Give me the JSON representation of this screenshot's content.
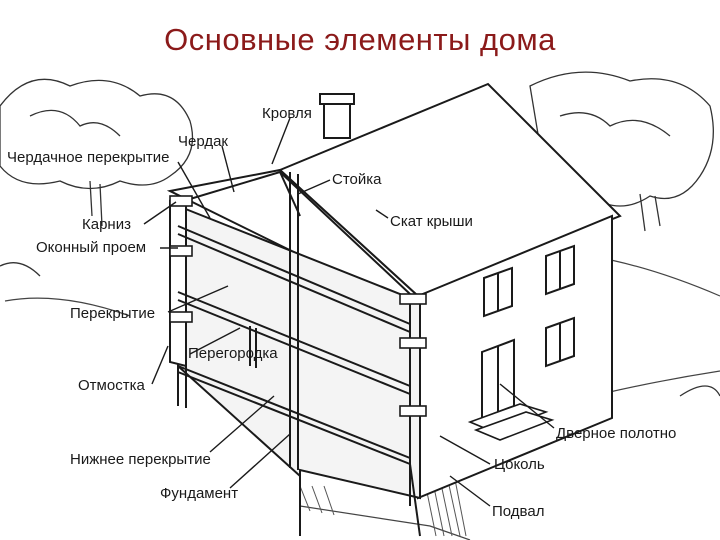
{
  "title": "Основные элементы дома",
  "labels": {
    "krovlya": "Кровля",
    "cherdak": "Чердак",
    "cherdachnoe": "Чердачное перекрытие",
    "stoyka": "Стойка",
    "karniz": "Карниз",
    "skat": "Скат крыши",
    "okonny": "Оконный проем",
    "perekrytie": "Перекрытие",
    "peregorodka": "Перегородка",
    "otmostka": "Отмостка",
    "dvernoe": "Дверное полотно",
    "nizhnee": "Нижнее перекрытие",
    "tsokol": "Цоколь",
    "fundament": "Фундамент",
    "podval": "Подвал"
  }
}
